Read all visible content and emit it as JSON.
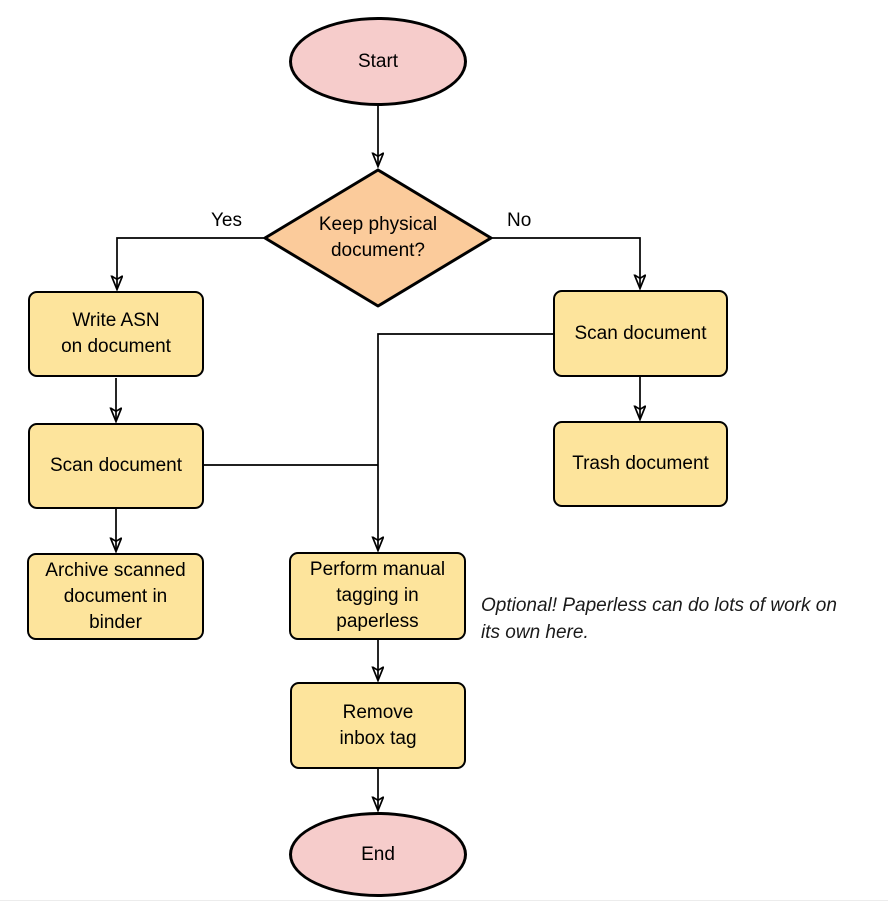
{
  "colors": {
    "terminal_fill": "#f6cccb",
    "decision_fill": "#fbcb9b",
    "process_fill": "#fde49c",
    "stroke": "#000000",
    "annotation_text": "#1a1a1a",
    "bottom_rule": "#ececec"
  },
  "nodes": {
    "start": {
      "label": "Start"
    },
    "decision": {
      "label": "Keep physical\ndocument?"
    },
    "write_asn": {
      "label": "Write ASN\non document"
    },
    "scan_left": {
      "label": "Scan document"
    },
    "archive": {
      "label": "Archive scanned\ndocument in\nbinder"
    },
    "scan_right": {
      "label": "Scan document"
    },
    "trash": {
      "label": "Trash document"
    },
    "perform_tagging": {
      "label": "Perform manual\ntagging in\npaperless"
    },
    "remove_inbox": {
      "label": "Remove\ninbox tag"
    },
    "end": {
      "label": "End"
    }
  },
  "edge_labels": {
    "yes": "Yes",
    "no": "No"
  },
  "annotation": {
    "text": "Optional! Paperless can do lots of work on\nits own here."
  }
}
